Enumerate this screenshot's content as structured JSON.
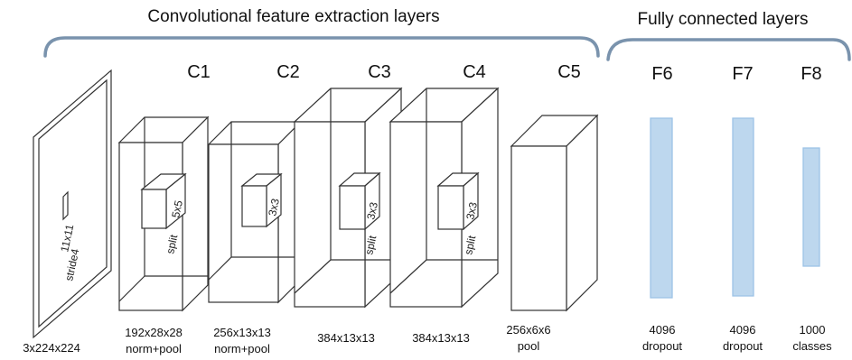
{
  "headers": {
    "conv": "Convolutional feature extraction layers",
    "fc": "Fully connected layers"
  },
  "layers": {
    "c1": "C1",
    "c2": "C2",
    "c3": "C3",
    "c4": "C4",
    "c5": "C5",
    "f6": "F6",
    "f7": "F7",
    "f8": "F8"
  },
  "input": {
    "kernel_line1": "11x11",
    "kernel_line2": "stride4",
    "caption": "3x224x224"
  },
  "kernels": {
    "c1": "5x5",
    "c2": "3x3",
    "c3": "3x3",
    "c4": "3x3"
  },
  "split_text": "split",
  "captions": {
    "c1_line1": "192x28x28",
    "c1_line2": "norm+pool",
    "c2_line1": "256x13x13",
    "c2_line2": "norm+pool",
    "c3_line1": "384x13x13",
    "c4_line1": "384x13x13",
    "c5_line1": "256x6x6",
    "c5_line2": "pool",
    "f6_line1": "4096",
    "f6_line2": "dropout",
    "f7_line1": "4096",
    "f7_line2": "dropout",
    "f8_line1": "1000",
    "f8_line2": "classes"
  },
  "colors": {
    "brace": "#7a93ad",
    "fc_fill": "#bdd7ee"
  }
}
